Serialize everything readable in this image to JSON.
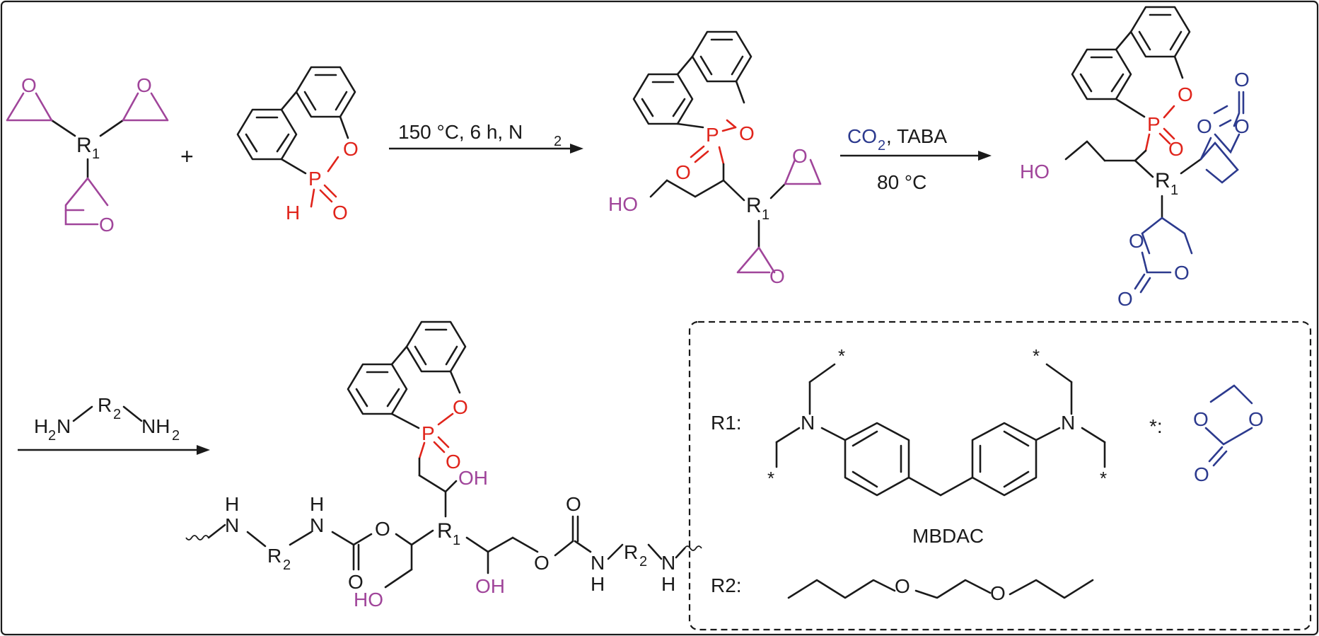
{
  "colors": {
    "black": "#1a1a1a",
    "epoxide": "#a0459a",
    "carbonate": "#2c3a8e",
    "phosphorus": "#e0241b",
    "hydroxyl": "#a0459a"
  },
  "atoms": {
    "O": "O",
    "P": "P",
    "H": "H",
    "N": "N",
    "R": "R",
    "HO": "HO",
    "OH": "OH",
    "sub1": "1",
    "sub2": "2",
    "star": "*",
    "plus": "+"
  },
  "reaction1": {
    "conditions_main": "150 °C, 6 h, N",
    "conditions_sub": "2"
  },
  "reaction2": {
    "reagent_co": "CO",
    "reagent_sub": "2",
    "reagent_rest": ", TABA",
    "temperature": "80 °C"
  },
  "reaction3": {
    "amine_left": "H",
    "amine_left_sub": "2",
    "amine_n_left": "N",
    "amine_r": "R",
    "amine_r_sub": "2",
    "amine_right": "NH",
    "amine_right_sub": "2"
  },
  "legend": {
    "r1_label": "R1:",
    "r2_label": "R2:",
    "star_label": "*:",
    "mbdac_name": "MBDAC"
  }
}
